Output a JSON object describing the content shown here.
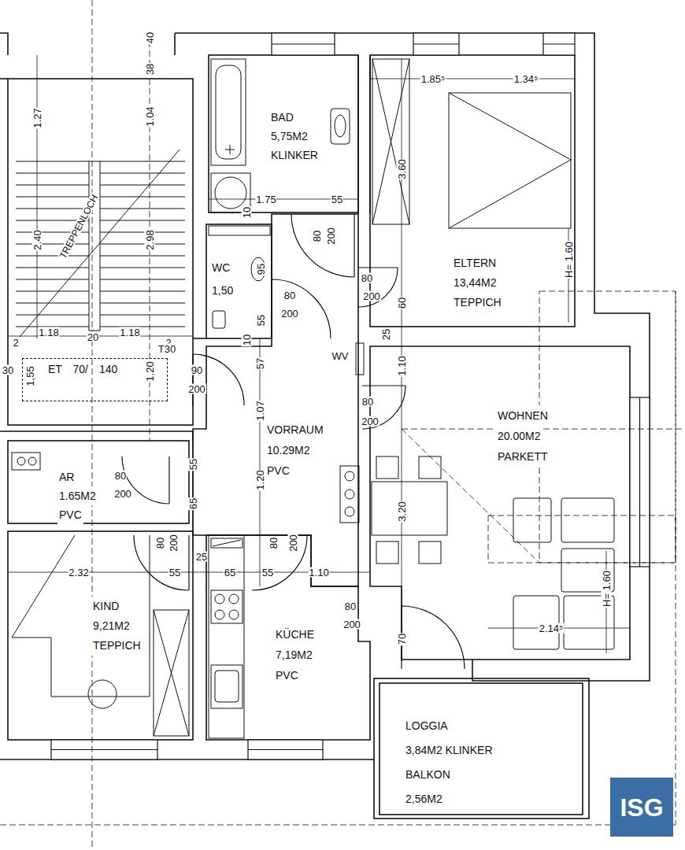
{
  "diagram": {
    "nodes": [
      {
        "text": [
          "BAD",
          "5,75M2",
          "KLINKER"
        ]
      },
      {
        "text": [
          "ELTERN",
          "13,44M2",
          "TEPPICH"
        ]
      },
      {
        "text": [
          "WC",
          "1,50"
        ]
      },
      {
        "text": [
          "ET 70/ 140"
        ]
      },
      {
        "text": [
          "WOHNEN",
          "20.00M2",
          "PARKETT"
        ]
      },
      {
        "text": [
          "VORRAUM",
          "10.29M2",
          "PVC"
        ]
      },
      {
        "text": [
          "AR",
          "1.65M2",
          "PVC"
        ]
      },
      {
        "text": [
          "KIND",
          "9,21M2",
          "TEPPICH"
        ]
      },
      {
        "text": [
          "KÜCHE",
          "7,19M2",
          "PVC"
        ]
      },
      {
        "text": [
          "LOGGIA",
          "3,84M2 KLINKER",
          "BALKON",
          "2,56M2"
        ]
      },
      {
        "text": [
          "ISG"
        ]
      }
    ],
    "labels": [
      "40",
      "38",
      "1.27",
      "1.04",
      "2.40",
      "TREPPENLOCH",
      "2.98",
      "1.85⁵",
      "1.34⁵",
      "3.60",
      "1.75",
      "55",
      "80",
      "200",
      "10",
      "95",
      "H= 1.60",
      "80",
      "200",
      "60",
      "80",
      "200",
      "55",
      "25",
      "2",
      "1.18",
      "20",
      "1.18",
      "2",
      "T30",
      "10",
      "WV",
      "30",
      "1,55",
      "1.20",
      "90",
      "200",
      "57",
      "1.10",
      "80",
      "200",
      "1.07",
      "55",
      "80",
      "200",
      "1.20",
      "3.20",
      "65",
      "80",
      "200",
      "80",
      "200",
      "25",
      "2.32",
      "55",
      "65",
      "55",
      "1.10",
      "H= 1.60",
      "80",
      "200",
      "2.14⁵",
      "70"
    ]
  }
}
